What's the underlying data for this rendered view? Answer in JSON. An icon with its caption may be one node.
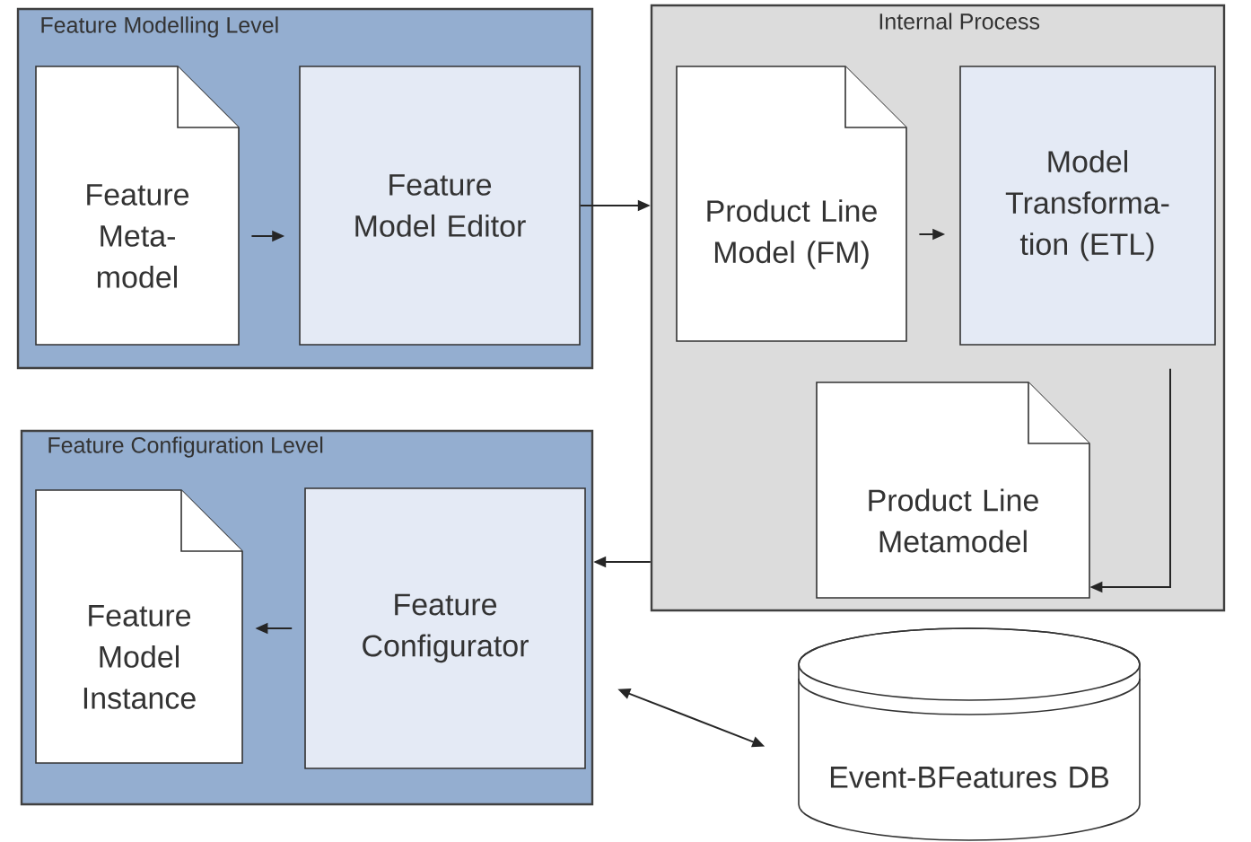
{
  "diagram": {
    "nodes": [
      {
        "text": [
          "Feature Modelling Level"
        ]
      },
      {
        "text": [
          "Feature Meta-model"
        ],
        "in": 0
      },
      {
        "text": [
          "Feature Model Editor"
        ],
        "in": 0
      },
      {
        "text": [
          "Internal Process"
        ]
      },
      {
        "text": [
          "Product Line Model (FM)"
        ],
        "in": 3
      },
      {
        "text": [
          "Model Transforma-tion (ETL)"
        ],
        "in": 3
      },
      {
        "text": [
          "Product Line Metamodel"
        ],
        "in": 3
      },
      {
        "text": [
          "Feature Configuration Level"
        ]
      },
      {
        "text": [
          "Feature Model Instance"
        ],
        "in": 7
      },
      {
        "text": [
          "Feature Configurator"
        ],
        "in": 7
      },
      {
        "text": [
          "Event-BFeatures DB"
        ]
      }
    ],
    "edges": [
      {
        "from": 1,
        "to": 2,
        "arrow": "to"
      },
      {
        "from": 2,
        "to": 3,
        "arrow": "to"
      },
      {
        "from": 4,
        "to": 5,
        "arrow": "to"
      },
      {
        "from": 5,
        "to": 6,
        "arrow": "to"
      },
      {
        "from": 3,
        "to": 7,
        "arrow": "to"
      },
      {
        "from": 9,
        "to": 8,
        "arrow": "to"
      },
      {
        "from": 9,
        "to": 10,
        "arrow": "both"
      }
    ]
  }
}
